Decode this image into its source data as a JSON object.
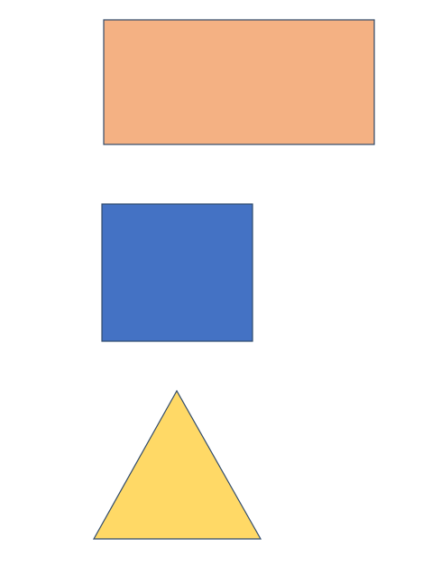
{
  "shapes": [
    {
      "kind": "rectangle",
      "fill": "#F4B183",
      "stroke": "#2F4A6B"
    },
    {
      "kind": "square",
      "fill": "#4472C4",
      "stroke": "#2F4A6B"
    },
    {
      "kind": "triangle",
      "fill": "#FFD966",
      "stroke": "#2F4A6B"
    }
  ]
}
